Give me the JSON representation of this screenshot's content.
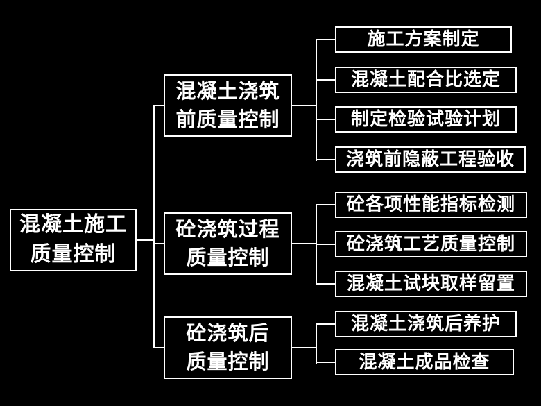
{
  "diagram": {
    "title_semantic": "concrete-construction-quality-control-flowchart",
    "colors": {
      "background": "#000000",
      "box_border": "#ffffff",
      "text": "#ffffff",
      "connector": "#ffffff"
    },
    "root": {
      "line1": "混凝土施工",
      "line2": "质量控制"
    },
    "branches": [
      {
        "line1": "混凝土浇筑",
        "line2": "前质量控制",
        "leaves": [
          "施工方案制定",
          "混凝土配合比选定",
          "制定检验试验计划",
          "浇筑前隐蔽工程验收"
        ]
      },
      {
        "line1": "砼浇筑过程",
        "line2": "质量控制",
        "leaves": [
          "砼各项性能指标检测",
          "砼浇筑工艺质量控制",
          "混凝土试块取样留置"
        ]
      },
      {
        "line1": "砼浇筑后",
        "line2": "质量控制",
        "leaves": [
          "混凝土浇筑后养护",
          "混凝土成品检查"
        ]
      }
    ]
  }
}
